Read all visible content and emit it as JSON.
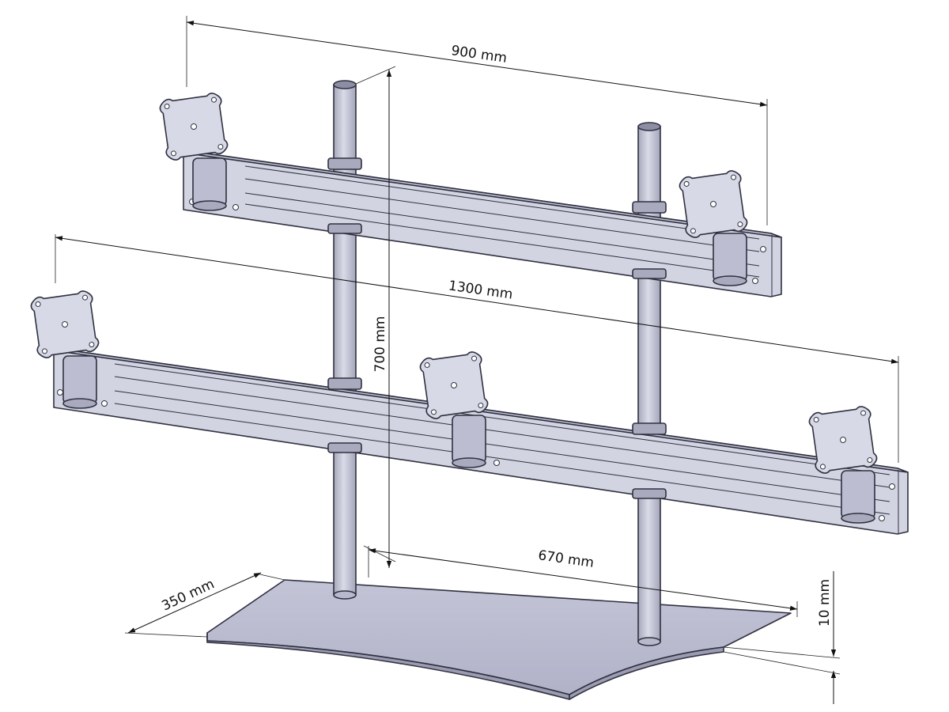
{
  "dimensions": {
    "top_width": "900 mm",
    "lower_width": "1300 mm",
    "height": "700 mm",
    "base_width": "670 mm",
    "base_depth": "350 mm",
    "base_thickness": "10 mm"
  },
  "colors": {
    "metal": "#c9cad9",
    "outline": "#2f3140",
    "dimension": "#111111"
  }
}
